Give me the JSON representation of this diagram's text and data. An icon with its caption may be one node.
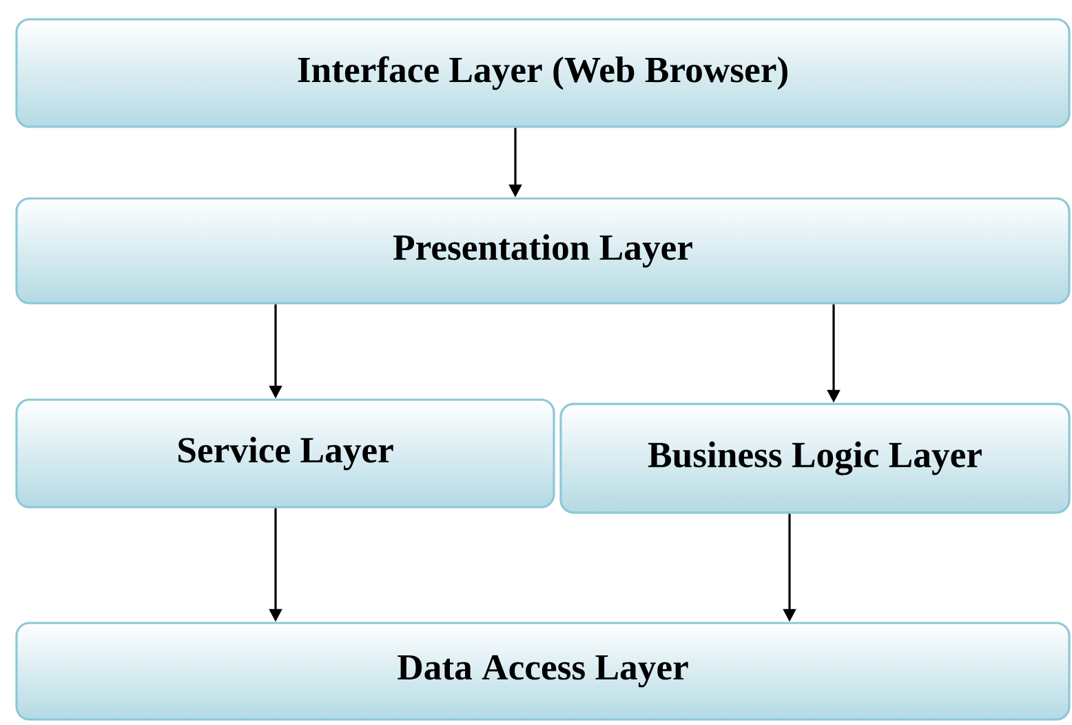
{
  "diagram": {
    "nodes": [
      {
        "text": [
          "Interface Layer (Web Browser)"
        ]
      },
      {
        "text": [
          "Presentation Layer"
        ]
      },
      {
        "text": [
          "Service Layer"
        ]
      },
      {
        "text": [
          "Business Logic Layer"
        ]
      },
      {
        "text": [
          "Data Access Layer"
        ]
      }
    ],
    "edges": [
      {
        "from": 0,
        "to": 1,
        "arrow": "to"
      },
      {
        "from": 1,
        "to": 2,
        "arrow": "to"
      },
      {
        "from": 1,
        "to": 3,
        "arrow": "to"
      },
      {
        "from": 2,
        "to": 4,
        "arrow": "to"
      },
      {
        "from": 3,
        "to": 4,
        "arrow": "to"
      }
    ]
  }
}
